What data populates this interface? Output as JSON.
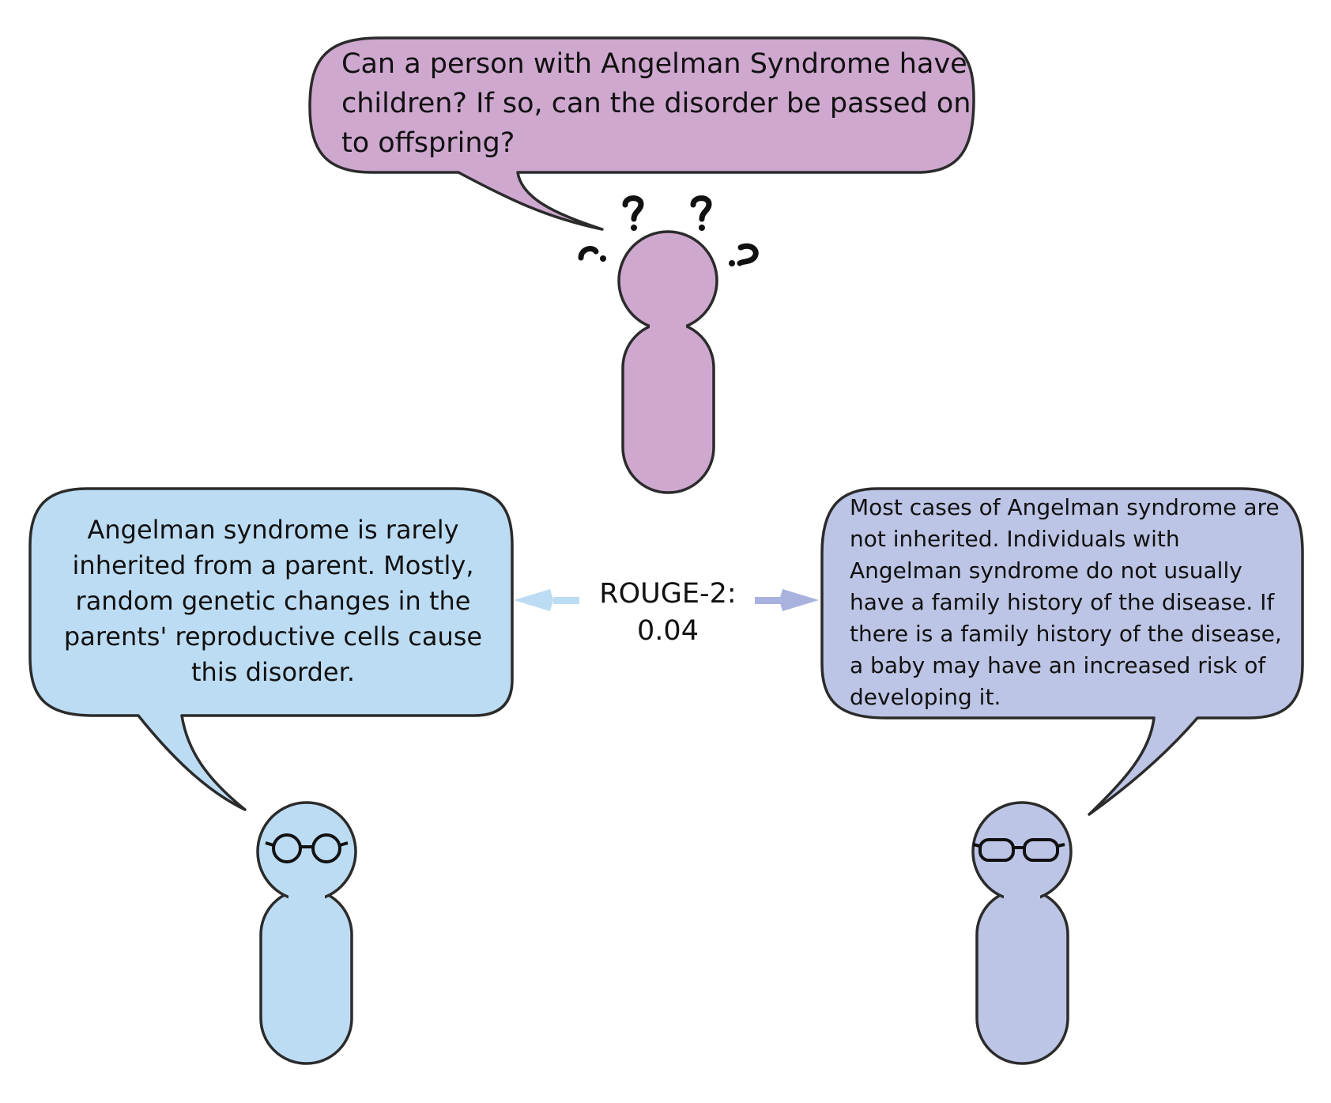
{
  "question": {
    "text": "Can a person with Angelman Syndrome have children? If so, can the disorder be passed on to offspring?"
  },
  "answer_left": {
    "text": "Angelman syndrome is rarely inherited from a parent. Mostly, random genetic changes in the parents' reproductive cells cause this disorder."
  },
  "answer_right": {
    "text": "Most cases of Angelman syndrome are not inherited. Individuals with Angelman syndrome do not usually have a family history of the disease. If there is a family history of the disease, a baby may have an increased risk of developing it."
  },
  "metric": {
    "label": "ROUGE-2:",
    "value": "0.04"
  },
  "colors": {
    "question": "#cfa8cf",
    "left": "#bcdcf3",
    "right": "#bcc5e5",
    "outline": "#2b2b2b"
  }
}
